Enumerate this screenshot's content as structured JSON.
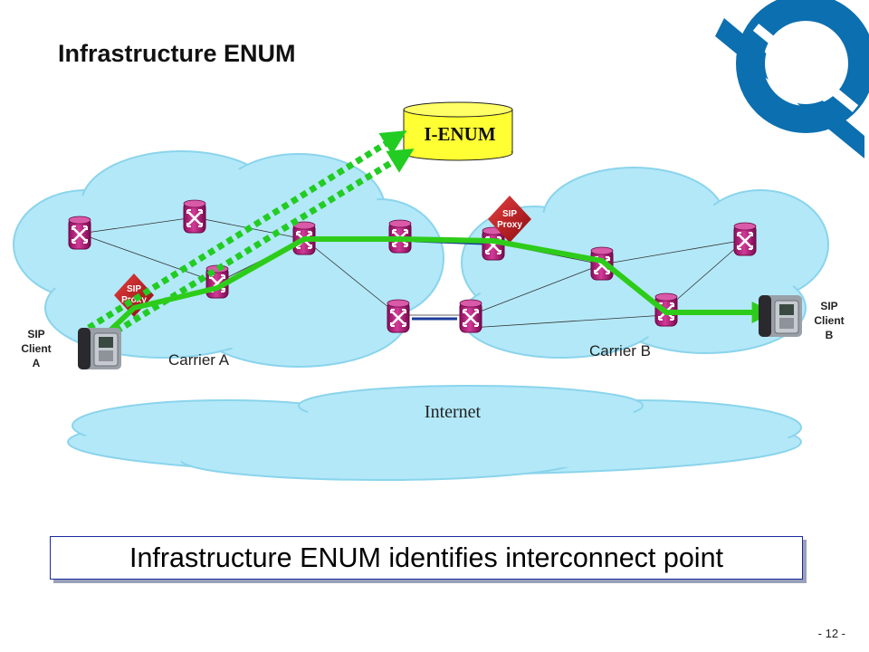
{
  "slide": {
    "title": "Infrastructure ENUM",
    "page_number": "- 12 -",
    "caption": "Infrastructure ENUM identifies interconnect point"
  },
  "diagram": {
    "database": "I-ENUM",
    "clouds": {
      "carrier_a": "Carrier A",
      "carrier_b": "Carrier B",
      "internet": "Internet"
    },
    "client_a": [
      "SIP",
      "Client",
      "A"
    ],
    "client_b": [
      "SIP",
      "Client",
      "B"
    ],
    "proxy": [
      "SIP",
      "Proxy"
    ]
  },
  "colors": {
    "cloud_fill": "#b3e8f8",
    "cloud_edge": "#8ad4ec",
    "router": "#b01a7a",
    "path": "#2ecc1a",
    "dotted": "#22cc22",
    "proxy": "#c8141e",
    "database": "#ffff33",
    "logo": "#0b6fb0",
    "interconnect": "#1a3a9a"
  }
}
